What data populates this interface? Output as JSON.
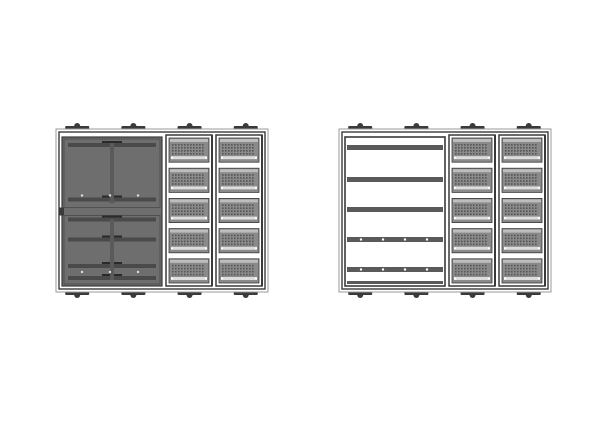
{
  "panels": [
    {
      "id": "closed",
      "doors": true,
      "columns": 2,
      "rows": 5
    },
    {
      "id": "open",
      "doors": false,
      "columns": 2,
      "rows": 5,
      "left_bays": 5
    }
  ],
  "colors": {
    "frame": "#3a3a3a",
    "door_fill": "#6e6e6e",
    "door_dark": "#4a4a4a",
    "module_fill": "#8a8a8a",
    "module_dark": "#555555",
    "outline": "#9a9a9a",
    "background": "#ffffff"
  }
}
